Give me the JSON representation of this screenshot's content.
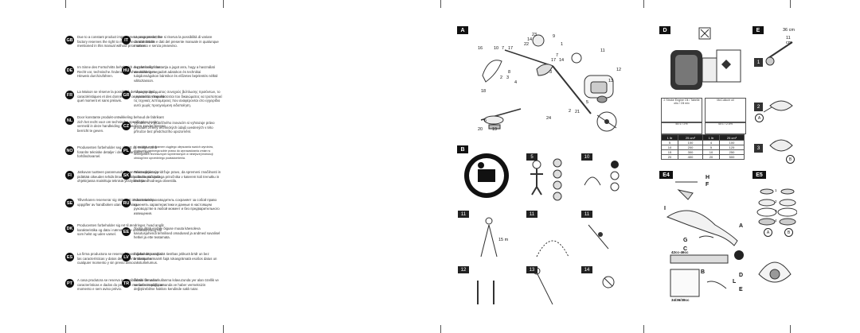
{
  "languages": [
    {
      "code": "GB",
      "text": "Due to a constant product improvement programme, the factory reserves the right to modify technical details mentioned in this manual without prior notice."
    },
    {
      "code": "DE",
      "text": "Im Sinne des Fortschritts behält sich der Hersteller das Recht vor, technische Änderungen ohne vorherigen Hinweis durchzuführen."
    },
    {
      "code": "FR",
      "text": "La Maison se réserve la possibilité de changer des caractéristiques et des données de ce manuel à n'importe quel moment et sans préavis."
    },
    {
      "code": "NL",
      "text": "Door konstante produkt-ontwikkeling behoud de fabrikant zich het recht voor om technische specificaties zoals vermeld in deze handleiding te veranderen zonder hiervan berricht te geven."
    },
    {
      "code": "NO",
      "text": "Produsenten forbeholder seg alt rett og mulighet til å foranlre tekniske detaljer i denne manualen uten forhåndsvarsel."
    },
    {
      "code": "FI",
      "text": "Jatkuvan tuotteen parannusohjelman takia valmistaja pidättää oikeuden tehdä ilman ennakkoilmoitusta tässä ohjekirjassa mainittuja teknisiä yksityiskohtia."
    },
    {
      "code": "SE",
      "text": "Tillverkaren reserverar sig rätten att ändra tekniska uppgifter av handboken utan förvarning."
    },
    {
      "code": "DK",
      "text": "Producenten forbeholder sig ret til ændringer, hvad angår karakteristika og data i nærværende instruktionsbog når som helst og uden varsel."
    },
    {
      "code": "ES",
      "text": "La firma productora se reserva la posibilidad de cambiar las características y datos del presente manual en cualquier momento y sin previo aviso."
    },
    {
      "code": "PT",
      "text": "A casa produtora se reserva a possibilidade de variar características e dados do presente manual em qualquer momento e sem aviso prévio."
    },
    {
      "code": "IT",
      "text": "La casa produttrice si riserva la possibilità di variare caratteristiche e dati del presente manuale in qualunque momento e senza preavviso."
    },
    {
      "code": "HU",
      "text": "A gyártó cég fenntartja a jogot arra, hogy a használati utasításban megadott adatokon és technikai tulajdonságokon bármikor és előzetes bejelentés nélkül változtasson."
    },
    {
      "code": "GR",
      "text": "Λόγω προγράμματος συνεχούς βελτίωσης προϊόντων, το εργοστάσιο επιφυλάσσεται του δικαιώματος να τροποποιεί τις τεχνικές λεπτομέρειες που αναφέρονται στο εγχειρίδιο αυτό χωρίς προηγούμενη ειδοποίηση."
    },
    {
      "code": "CZ",
      "text": "Výrobce si v průběžného inovacím si vyhrazuje právo provádět změny technických údajů uvedených v této příručce bez předchozího upozornění."
    },
    {
      "code": "PL",
      "text": "W związku z programem ciągłego ulepszania swoich wyrobów, producent zastrzega sobie prawo do wprowadzania zmian w szczegółach technicznych wymienionych w niniejszej instrukcji obsługi bez uprzedniego powiadomienia."
    },
    {
      "code": "SK",
      "text": "Prostvojajúc si pridržuje pravo, da spremeni značilnosti in podatke pričujočega priročnika v katerem koli trenutku in brez predhodnega obvestila."
    },
    {
      "code": "RU",
      "text": "Компания-производитель сохраняет за собой право изменять характеристики и данные в настоящем руководстве в любой момент и без предварительного извещения."
    },
    {
      "code": "EE",
      "text": "Tootja jätab endale õiguse muuta käesoleva kasutusjuhendi tehnilised omadused ja andmed suvalisel hetkel ja ette teatamata."
    },
    {
      "code": "LV",
      "text": "Ingatavotājs saglabā tiesības jebkurā brīdī un bez brīdinājuma mainīt šajā rokasgrāmatā esošos datus un raksturlielumus."
    },
    {
      "code": "TR",
      "text": "Üretici firma bu kullanma kılavuzunda yer alan özellik ve verilerin istediği zamanda ve haber vermeksizin değiştirebilme hakkını kendinde saklı tutar."
    }
  ],
  "panels": {
    "A": {
      "tag": "A",
      "callouts": [
        "23",
        "9",
        "1",
        "14",
        "22",
        "16",
        "10",
        "7",
        "17",
        "11",
        "7",
        "17",
        "14",
        "12",
        "8",
        "3",
        "2",
        "3",
        "4",
        "13",
        "18",
        "2",
        "5",
        "21",
        "24",
        "6",
        "20",
        "19"
      ]
    },
    "B": {
      "tag": "B",
      "steps": [
        "5",
        "10",
        "11",
        "11",
        "11",
        "12",
        "13",
        "14"
      ],
      "distance_label": "15 m"
    },
    "D": {
      "tag": "D",
      "table_headers_left": "2 Stroke Engine Oil / Tabelle olio / Oil mix",
      "table_headers_right": "McCulloch oil",
      "ratio_left": "50:1 / 2%",
      "ratio_right": "40:1 / 2.5%",
      "cols": [
        "1 ltr",
        "25 cm³",
        "1 ltr",
        "25 cm³"
      ],
      "rows": [
        [
          "5",
          "100",
          "4",
          "100"
        ],
        [
          "10",
          "200",
          "5",
          "125"
        ],
        [
          "15",
          "300",
          "10",
          "250"
        ],
        [
          "20",
          "400",
          "20",
          "500"
        ]
      ]
    },
    "E": {
      "tag": "E",
      "labels": [
        "36 cm",
        "11 cm",
        "1",
        "2",
        "3",
        "A",
        "B"
      ]
    },
    "E4": {
      "tag": "E4",
      "labels": [
        "H",
        "F",
        "I",
        "A",
        "G",
        "C",
        "B",
        "D",
        "L",
        "E"
      ],
      "models_top": "42cc-46cc",
      "models_bottom": "34/36/38cc"
    },
    "E5": {
      "tag": "E5",
      "labels": [
        "1",
        "2",
        "3",
        "4",
        "A",
        "B"
      ]
    }
  }
}
